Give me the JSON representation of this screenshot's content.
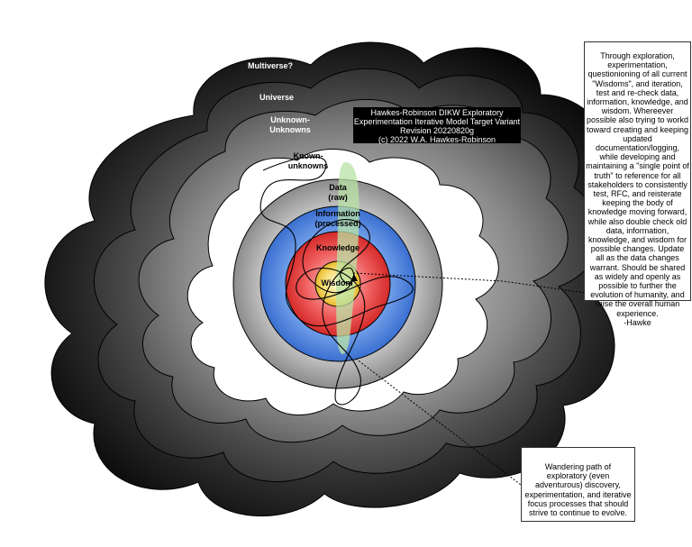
{
  "title_box": {
    "line1": "Hawkes-Robinson DIKW Exploratory",
    "line2": "Experimentation Iterative Model Target Variant",
    "line3": "Revision 20220820g",
    "line4": "(c) 2022 W.A. Hawkes-Robinson"
  },
  "layers": {
    "multiverse": "Multiverse?",
    "universe": "Universe",
    "unknown_unknowns_1": "Unknown-",
    "unknown_unknowns_2": "Unknowns",
    "known_unknowns_1": "Known-",
    "known_unknowns_2": "unknowns",
    "data_1": "Data",
    "data_2": "(raw)",
    "information_1": "Information",
    "information_2": "(processed)",
    "knowledge": "Knowledge",
    "wisdom": "Wisdom"
  },
  "notes": {
    "right": "Through exploration, experimentation, questionioning of all current \"Wisdoms\", and iteration, test and re-check data, information, knowledge, and wisdom. Whereever possible also trying to workd toward creating and keeping updated documentation/logging, while developing and maintaining a \"single point of truth\" to reference for all stakeholders to consistently test, RFC, and reisterate keeping the body of knowledge moving forward, while also double check old data, information, knowledge, and wisdom for possible changes. Update all as the data changes warrant. Should be shared as widely and openly as possible to further the evolution of humanity, and raise the overall human experience.",
    "right_signature": "-Hawke",
    "bottom": "Wandering path of exploratory (even adventurous) discovery, experimentation, and iterative focus processes that should strive to continue to evolve."
  },
  "colors": {
    "multiverse": "#000000",
    "universe": "#2e2e2e",
    "unknown_unknowns": "#5a5a5a",
    "known_unknowns": "#ffffff",
    "data": "#a9a9a9",
    "information": "#5b8fe0",
    "knowledge": "#e23a3a",
    "wisdom": "#f3d33a",
    "path_highlight": "#b9e3a5"
  }
}
